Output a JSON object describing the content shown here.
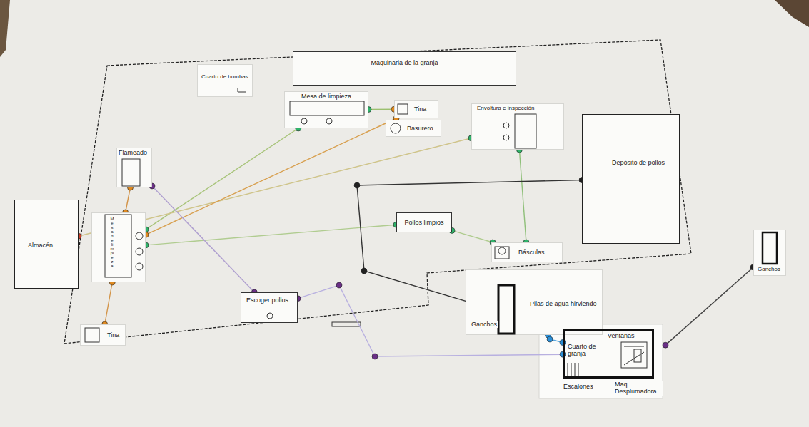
{
  "diagram": {
    "nodes": [
      {
        "text": [
          "Cuarto de bombas"
        ]
      },
      {
        "text": [
          "Maquinaria de la granja"
        ]
      },
      {
        "text": [
          "Mesa de limpieza"
        ]
      },
      {
        "text": [
          "Tina"
        ]
      },
      {
        "text": [
          "Basurero"
        ]
      },
      {
        "text": [
          "Envoltura e inspección"
        ]
      },
      {
        "text": [
          "Depósito de pollos"
        ]
      },
      {
        "text": [
          "Flameado"
        ]
      },
      {
        "text": [
          "Almacén"
        ]
      },
      {
        "text": [
          "Mesa de limpieza"
        ]
      },
      {
        "text": [
          "Pollos limpios"
        ]
      },
      {
        "text": [
          "Básculas"
        ]
      },
      {
        "text": [
          "Escoger pollos"
        ]
      },
      {
        "text": [
          "Tina"
        ]
      },
      {
        "text": [
          "Pilas de agua hirviendo"
        ]
      },
      {
        "text": [
          "Ganchos"
        ],
        "in": 14
      },
      {
        "text": [
          "Ganchos"
        ]
      },
      {
        "text": [
          "Cuarto de granja"
        ]
      },
      {
        "text": [
          "Maq Desplumadora"
        ]
      }
    ],
    "edges": [
      {
        "from": 2,
        "to": 9,
        "arrow": "none"
      },
      {
        "from": 2,
        "to": 3,
        "arrow": "none"
      },
      {
        "from": 9,
        "to": 10,
        "arrow": "none"
      },
      {
        "from": 10,
        "to": 11,
        "arrow": "none"
      },
      {
        "from": 11,
        "to": 5,
        "arrow": "none"
      },
      {
        "from": 8,
        "to": 5,
        "arrow": "none"
      },
      {
        "from": 3,
        "to": 9,
        "arrow": "none"
      },
      {
        "from": 7,
        "to": 9,
        "arrow": "none"
      },
      {
        "from": 9,
        "to": 13,
        "arrow": "none"
      },
      {
        "from": 7,
        "to": 12,
        "arrow": "none"
      },
      {
        "from": 12,
        "to": 17,
        "arrow": "none"
      },
      {
        "from": 6,
        "to": 15,
        "arrow": "none"
      },
      {
        "from": 16,
        "to": 18,
        "arrow": "none"
      },
      {
        "from": 14,
        "to": 17,
        "arrow": "none"
      }
    ],
    "labels": [
      "Ventanas",
      "Escalones"
    ]
  }
}
